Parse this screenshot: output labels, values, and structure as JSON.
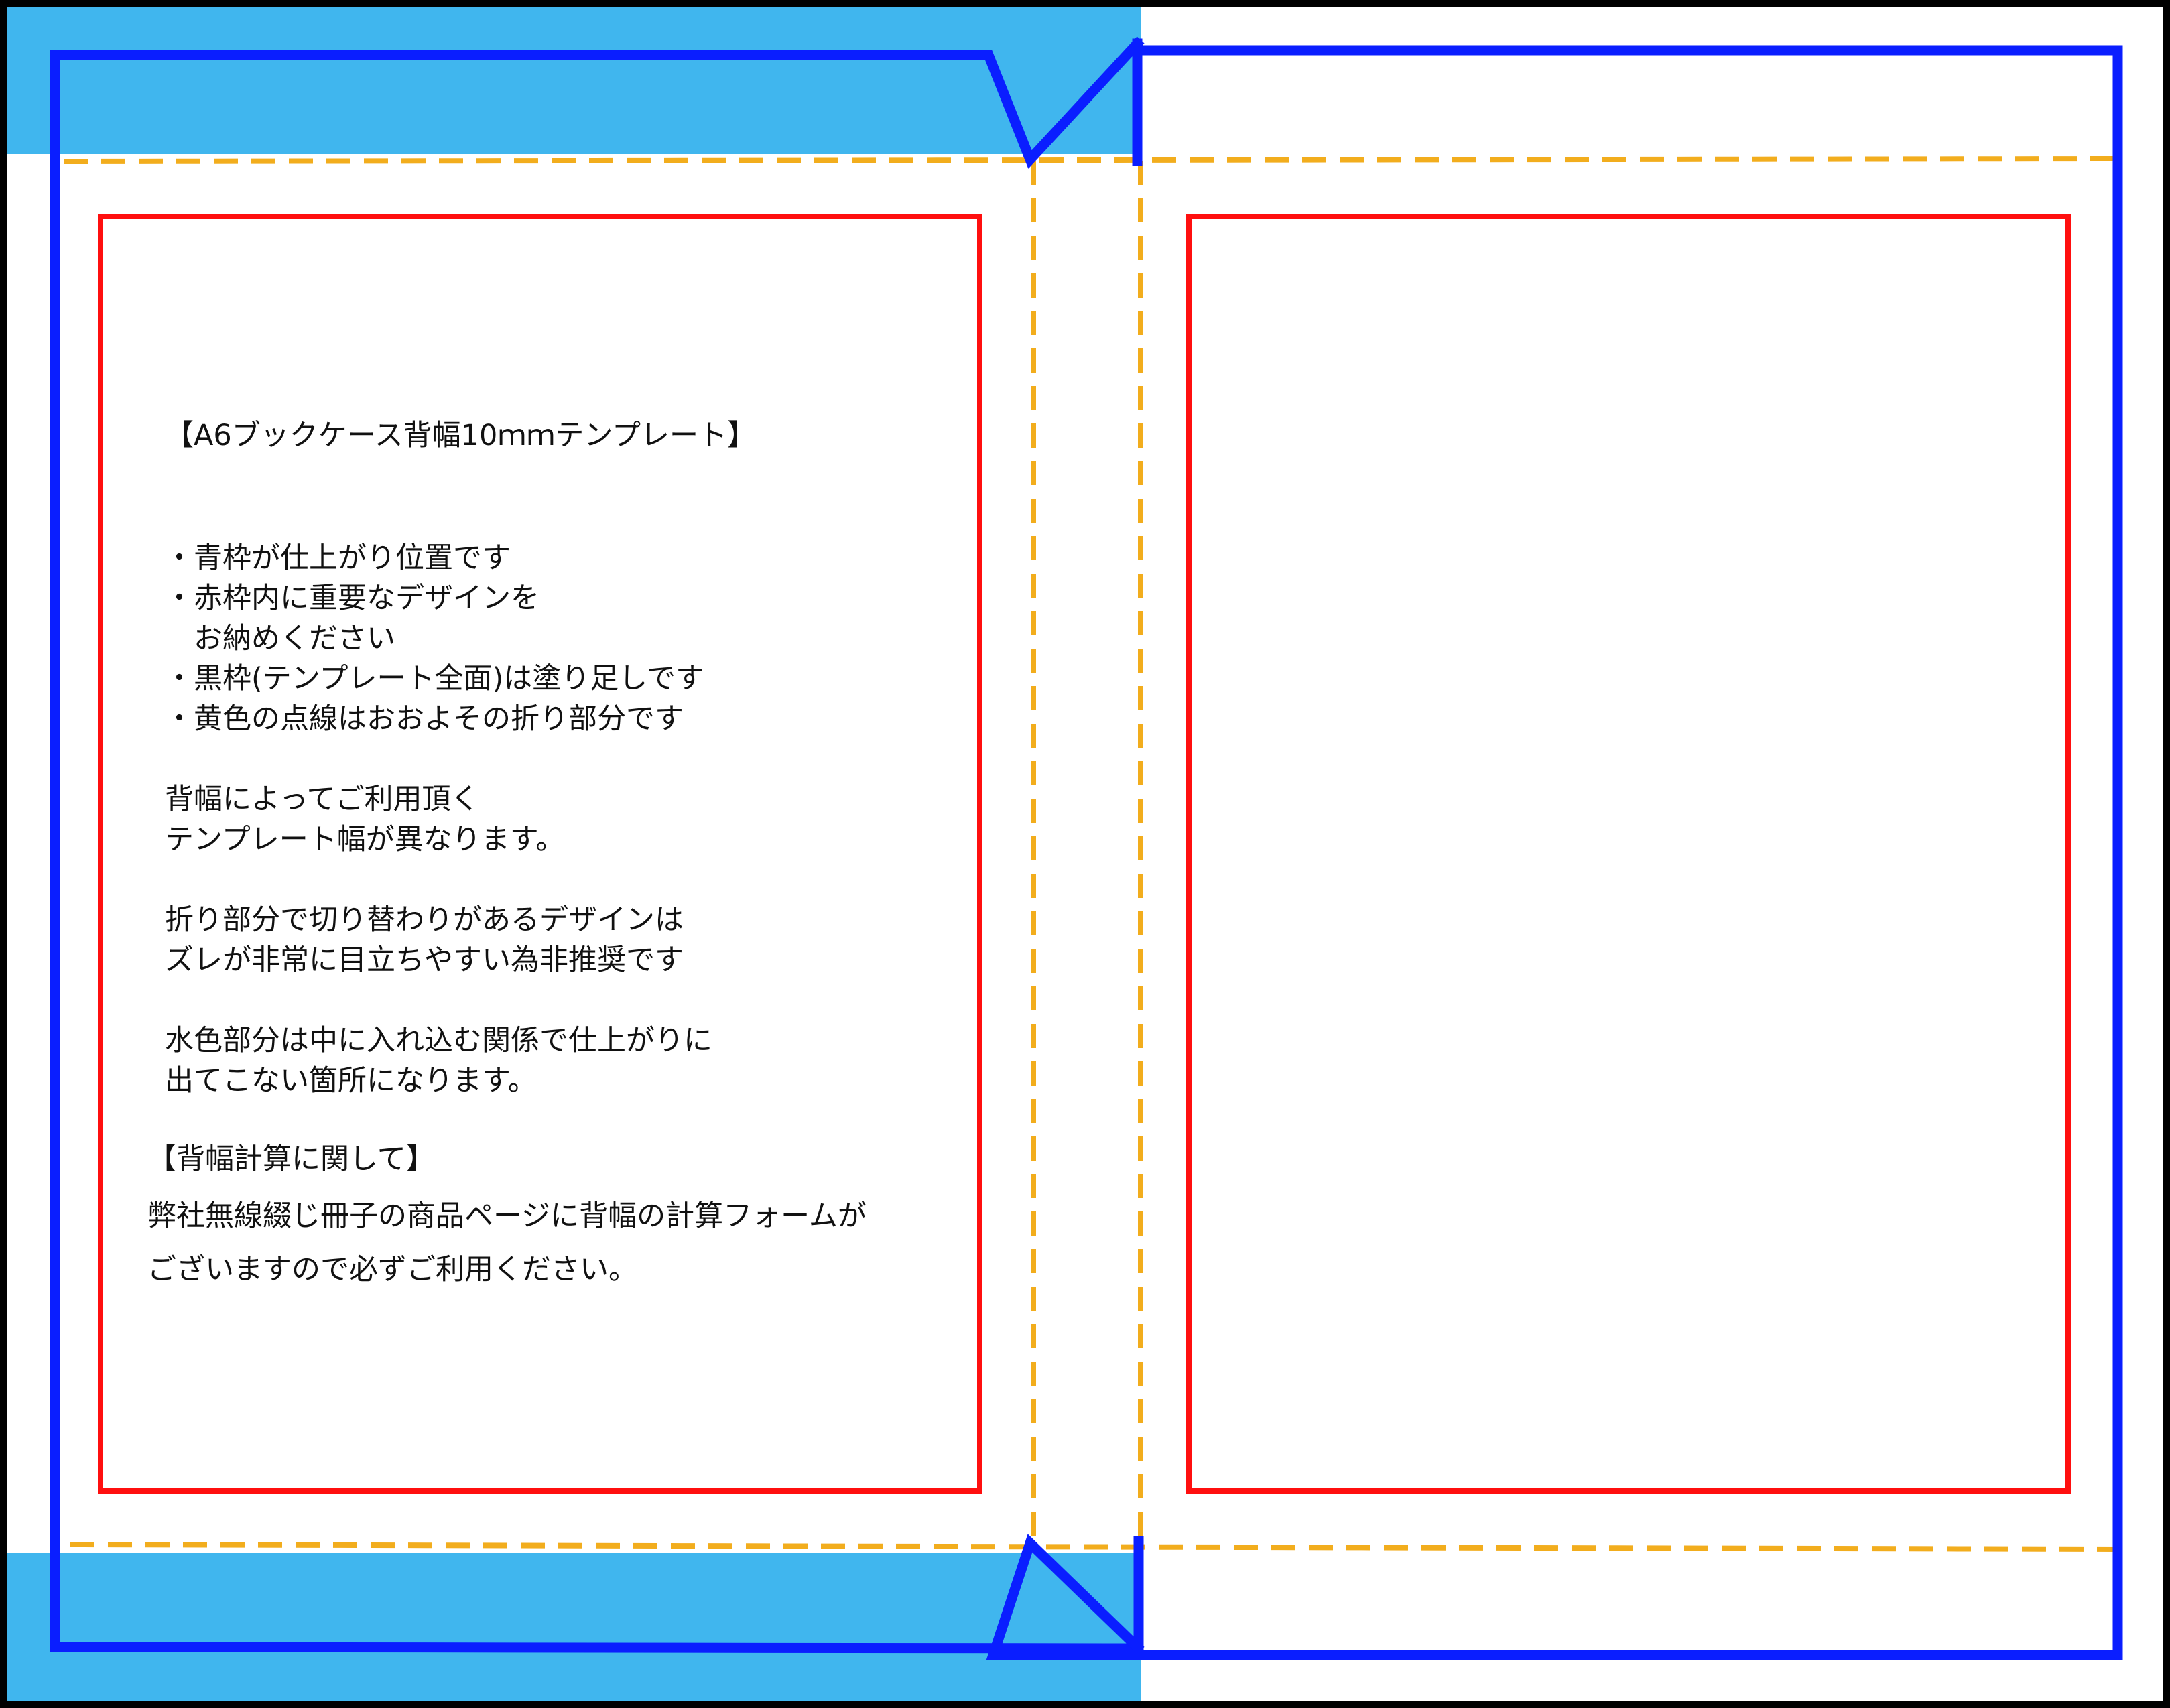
{
  "title": "【A6ブックケース背幅10ｍｍテンプレート】",
  "bullets": [
    "・青枠が仕上がり位置です",
    "・赤枠内に重要なデザインを",
    "　お納めください",
    "・黒枠(テンプレート全面)は塗り足しです",
    "・黄色の点線はおおよその折り部分です"
  ],
  "width_note": [
    "背幅によってご利用頂く",
    "テンプレート幅が異なります。"
  ],
  "fold_note": [
    "折り部分で切り替わりがあるデザインは",
    "ズレが非常に目立ちやすい為非推奨です"
  ],
  "light_blue_note": [
    "水色部分は中に入れ込む関係で仕上がりに",
    "出てこない箇所になります。"
  ],
  "spine_heading": "【背幅計算に関して】",
  "spine_body": [
    "弊社無線綴じ冊子の商品ページに背幅の計算フォームが",
    "ございますので必ずご利用ください。"
  ],
  "colors": {
    "bleed_frame": "#000000",
    "light_blue": "#40b6ee",
    "trim_line": "#0a1eff",
    "safe_area": "#ff0f0f",
    "fold_line": "#f2ad1d",
    "text": "#111111"
  }
}
